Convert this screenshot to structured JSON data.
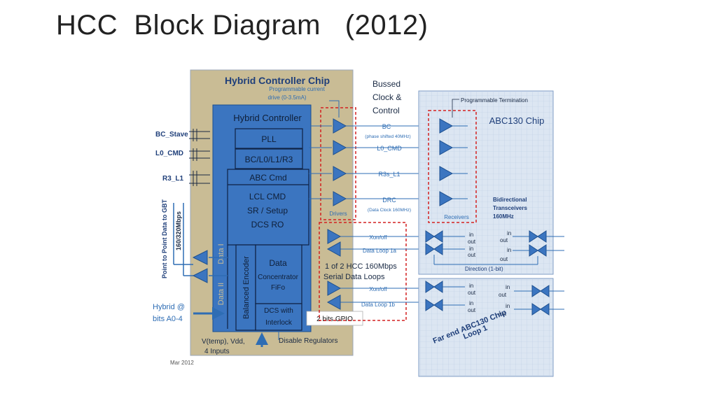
{
  "slide": {
    "title": "HCC  Block Diagram   (2012)"
  },
  "hcc": {
    "chip_title": "Hybrid Controller Chip",
    "prog_current_1": "Programmable current",
    "prog_current_2": "drive    (0-3.5mA)",
    "controller_title": "Hybrid Controller",
    "pll": "PLL",
    "bc_l0": "BC/L0/L1/R3",
    "abc_cmd": "ABC Cmd",
    "lcl_cmd": "LCL CMD",
    "sr_setup": "SR / Setup",
    "dcs_ro": "DCS RO",
    "data_i": "Data I",
    "data_ii": "Data II",
    "balanced_encoder": "Balanced Encoder",
    "data_conc_1": "Data",
    "data_conc_2": "Concentrator",
    "data_conc_3": "FiFo",
    "dcs_1": "DCS with",
    "dcs_2": "Interlock",
    "vtemp_1": "V(temp), Vdd,",
    "vtemp_2": "4 Inputs",
    "disable_reg": "Disable Regulators",
    "gpio": "2 bits GPIO",
    "date": "Mar 2012"
  },
  "inputs": {
    "bc_stave": "BC_Stave",
    "l0_cmd": "L0_CMD",
    "r3_l1": "R3_L1",
    "p2p_1": "Point to Point  Data to GBT",
    "p2p_2": "160/320Mbps",
    "hybrid_1": "Hybrid @",
    "hybrid_2": "bits A0-4"
  },
  "bus": {
    "title_1": "Bussed",
    "title_2": "Clock &",
    "title_3": "Control",
    "drivers": "Drivers",
    "bc": "BC",
    "bc_note": "(phase shifted 40MHz)",
    "l0_cmd": "L0_CMD",
    "r3s_l1": "R3s_L1",
    "drc": "DRC",
    "drc_note": "(Data Clock 160MHz)"
  },
  "loops": {
    "xon_a": "Xon/off",
    "loop_1a": "Data Loop  1a",
    "caption_1": "1 of 2 HCC 160Mbps",
    "caption_2": "Serial Data  Loops",
    "xon_b": "Xon/off",
    "loop_1b": "Data Loop 1b",
    "in_label": "in",
    "out_label": "out"
  },
  "abc": {
    "prog_term": "Programmable Termination",
    "chip_title": "ABC130 Chip",
    "receivers": "Receivers",
    "bidir_1": "Bidirectional",
    "bidir_2": "Transceivers",
    "bidir_3": "160MHz",
    "direction": "Direction (1-bit)",
    "far_end_1": "Far end ABC130 Chip",
    "far_end_2": "Loop 1"
  },
  "colors": {
    "hcc_outer": "#c9bc95",
    "hcc_inner": "#3b75c0",
    "abc_fill": "#dce6f2",
    "signal": "#2e6db4",
    "red_box": "#d42020"
  }
}
